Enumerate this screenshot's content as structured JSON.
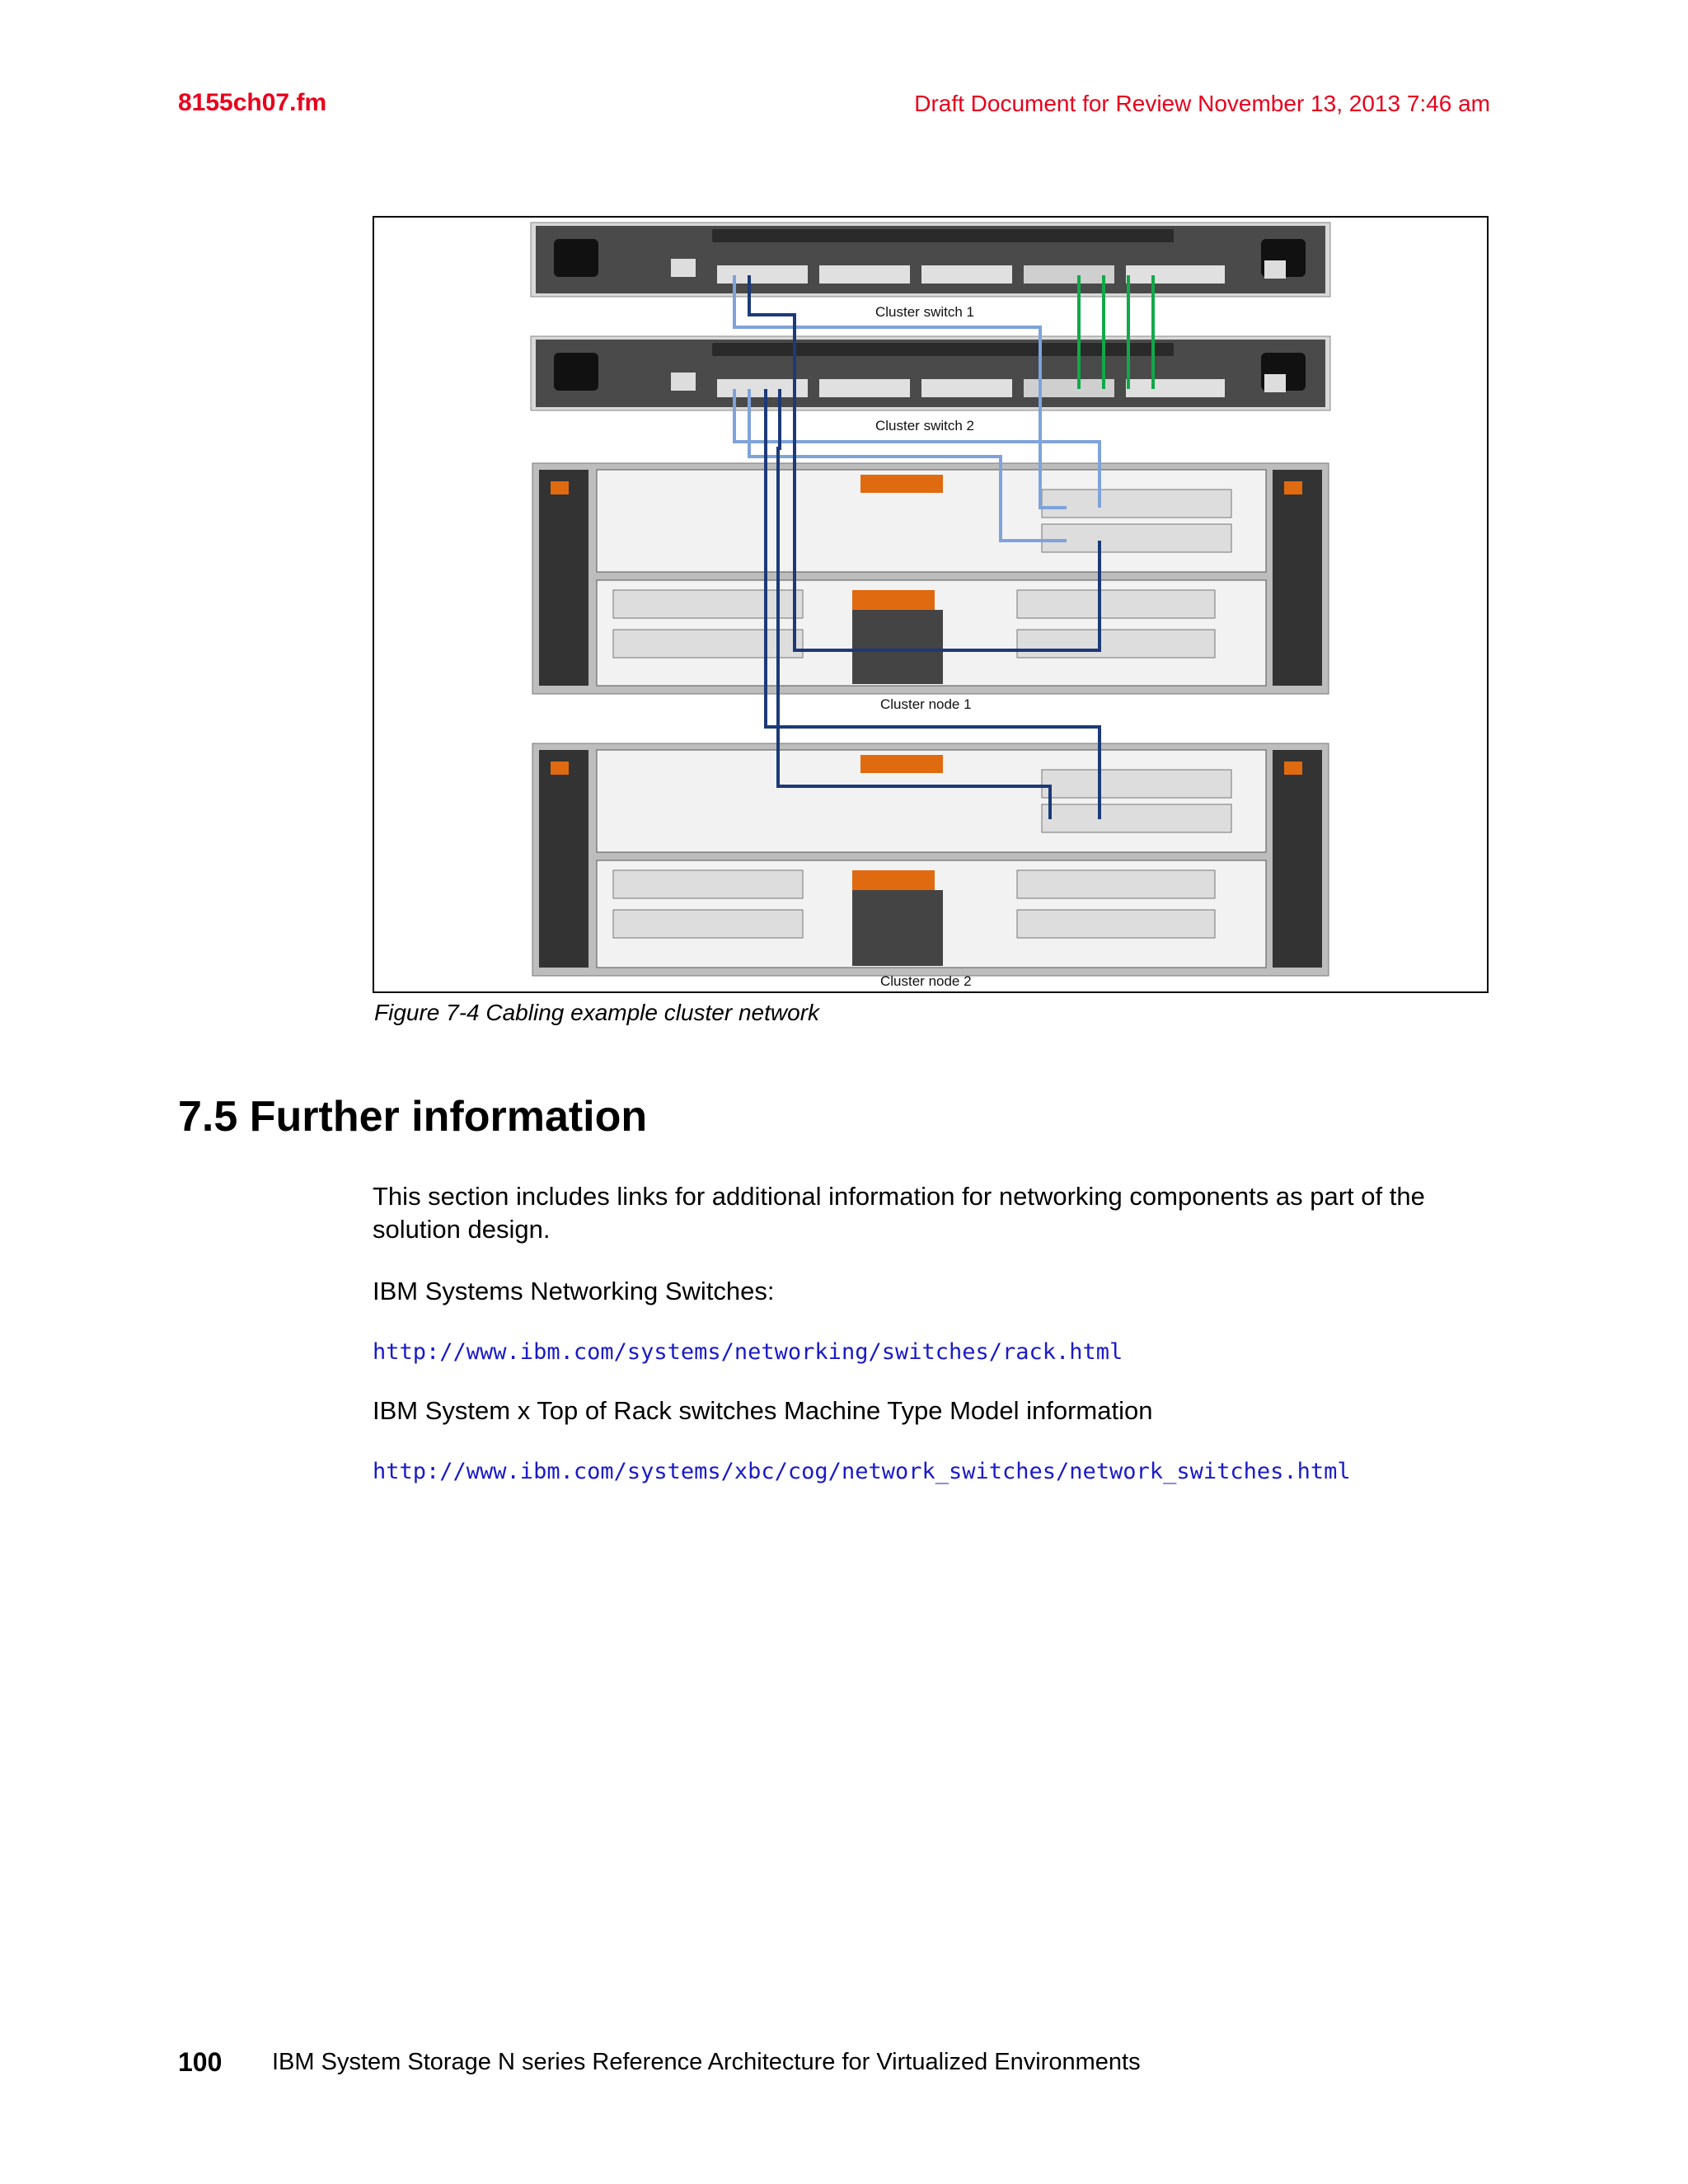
{
  "header": {
    "left": "8155ch07.fm",
    "right": "Draft Document for Review November 13, 2013 7:46 am"
  },
  "figure": {
    "labels": {
      "switch1": "Cluster switch 1",
      "switch2": "Cluster switch 2",
      "node1": "Cluster node 1",
      "node2": "Cluster node 2"
    },
    "caption": "Figure 7-4   Cabling example cluster network"
  },
  "section": {
    "title": "7.5  Further information",
    "intro": "This section includes links for additional information for networking components as part of the solution design.",
    "item1_label": "IBM Systems Networking Switches:",
    "item1_link": "http://www.ibm.com/systems/networking/switches/rack.html",
    "item2_label": "IBM System x Top of Rack switches Machine Type Model information",
    "item2_link": "http://www.ibm.com/systems/xbc/cog/network_switches/network_switches.html"
  },
  "footer": {
    "page": "100",
    "title": "IBM System Storage N series Reference Architecture for Virtualized Environments"
  },
  "colors": {
    "header_red": "#e8001c",
    "link_blue": "#1a1ac8",
    "cable_light": "#7fa3d9",
    "cable_dark": "#1c3a78",
    "cable_green": "#12a84a"
  }
}
